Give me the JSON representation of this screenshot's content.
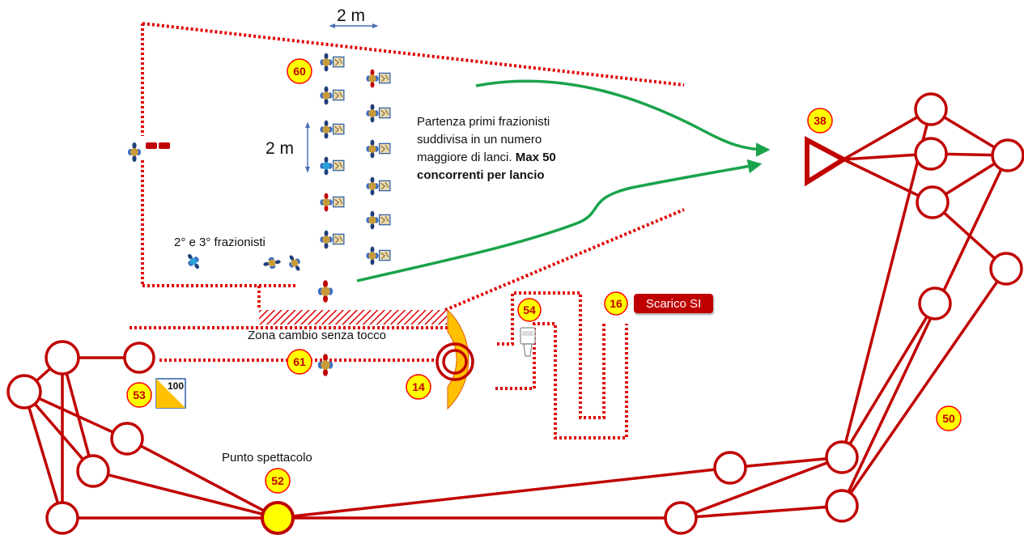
{
  "labels": {
    "width_2m_top": "2 m",
    "width_2m_side": "2 m",
    "second_third_legs": "2° e 3° frazionisti",
    "handover_zone": "Zona cambio senza tocco",
    "show_point": "Punto spettacolo"
  },
  "start_note": {
    "text": "Partenza primi frazionisti suddivisa in un numero maggiore di lanci.",
    "bold": "Max 50 concorrenti per lancio"
  },
  "unload_button": "Scarico SI",
  "controls": {
    "c60": "60",
    "c38": "38",
    "c16": "16",
    "c54": "54",
    "c61": "61",
    "c53": "53",
    "c14": "14",
    "c50": "50",
    "c52": "52"
  },
  "map_flag_value": "100",
  "colors": {
    "course": "#c00000",
    "tape": "#e00000",
    "route_arrow": "#1aa34a",
    "badge_fill": "#ffff00",
    "show_point": "#ffff00"
  }
}
